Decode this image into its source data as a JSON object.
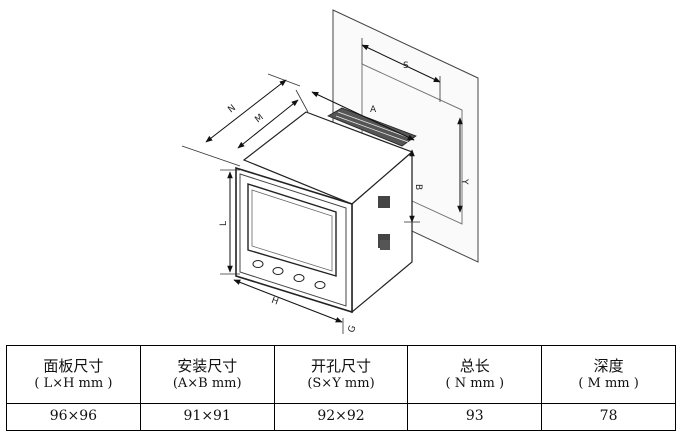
{
  "diagram": {
    "dimension_labels": {
      "N": "N",
      "M": "M",
      "A": "A",
      "S": "S",
      "Y": "Y",
      "B": "B",
      "L": "L",
      "H": "H",
      "G": "G"
    }
  },
  "table": {
    "headers": [
      {
        "title": "面板尺寸",
        "unit": "( L×H   mm )"
      },
      {
        "title": "安装尺寸",
        "unit": "(A×B mm)"
      },
      {
        "title": "开孔尺寸",
        "unit": "(S×Y mm)"
      },
      {
        "title": "总长",
        "unit": "( N mm )"
      },
      {
        "title": "深度",
        "unit": "( M mm )"
      }
    ],
    "values": [
      "96×96",
      "91×91",
      "92×92",
      "93",
      "78"
    ]
  }
}
